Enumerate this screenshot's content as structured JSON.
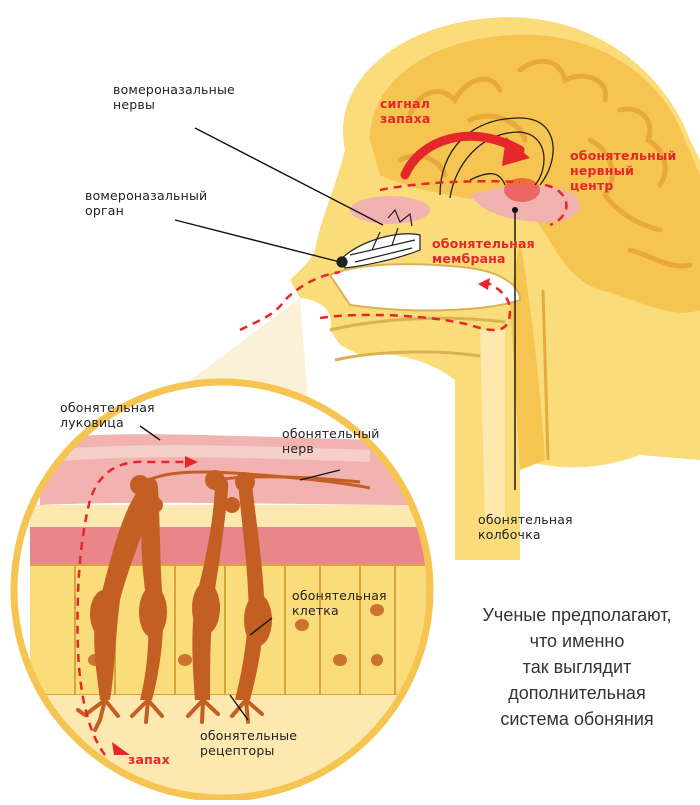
{
  "labels": {
    "vomeronasal_nerves": "вомероназальные\nнервы",
    "vomeronasal_organ": "вомероназальный\nорган",
    "smell_signal": "сигнал\nзапаха",
    "olfactory_nerve_center": "обонятельный\nнервный\nцентр",
    "olfactory_membrane": "обонятельная\nмембрана",
    "olfactory_bulb": "обонятельная\nлуковица",
    "olfactory_nerve": "обонятельный\nнерв",
    "olfactory_knob": "обонятельная\nколбочка",
    "olfactory_cell": "обонятельная\nклетка",
    "olfactory_receptors": "обонятельные\nрецепторы",
    "smell": "запах"
  },
  "caption": "Ученые предполагают,\nчто именно\nтак выглядит\nдополнительная\nсистема обоняния",
  "colors": {
    "head": "#fbdc7a",
    "brain": "#f5c451",
    "pink": "#f2b3b0",
    "deep_pink": "#e8868a",
    "cell": "#c45f24",
    "red": "#e5262b"
  }
}
